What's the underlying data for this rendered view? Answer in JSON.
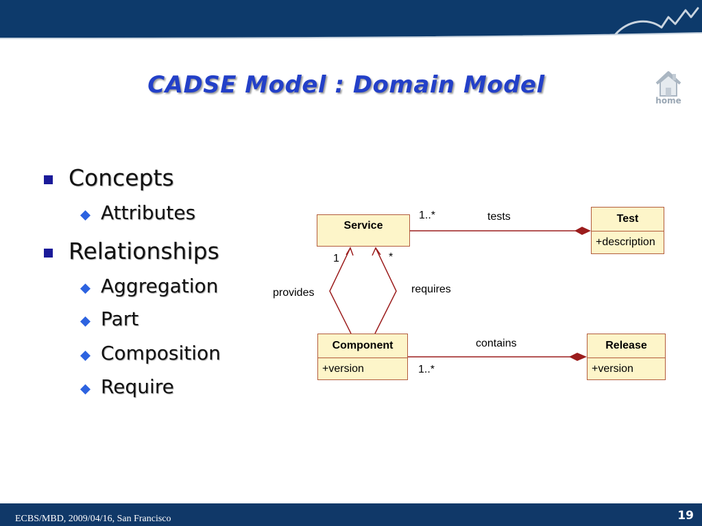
{
  "slide": {
    "title": "CADSE Model : Domain Model",
    "home_label": "home",
    "footer": "ECBS/MBD, 2009/04/16, San Francisco",
    "page_number": "19"
  },
  "bullets": [
    {
      "level": 1,
      "text": "Concepts"
    },
    {
      "level": 2,
      "text": "Attributes"
    },
    {
      "level": 1,
      "text": "Relationships"
    },
    {
      "level": 2,
      "text": "Aggregation"
    },
    {
      "level": 2,
      "text": "Part"
    },
    {
      "level": 2,
      "text": "Composition"
    },
    {
      "level": 2,
      "text": "Require"
    }
  ],
  "diagram": {
    "classes": {
      "service": {
        "name": "Service"
      },
      "test": {
        "name": "Test",
        "attribute": "+description"
      },
      "component": {
        "name": "Component",
        "attribute": "+version"
      },
      "release": {
        "name": "Release",
        "attribute": "+version"
      }
    },
    "associations": {
      "tests": {
        "label": "tests",
        "multiplicity": "1..*"
      },
      "contains": {
        "label": "contains",
        "multiplicity": "1..*"
      },
      "provides": {
        "label": "provides",
        "multiplicity": "1"
      },
      "requires": {
        "label": "requires",
        "multiplicity": "*"
      }
    }
  },
  "colors": {
    "header_band": "#0d3a6b",
    "title": "#2340c8",
    "bullet_square": "#1a1a99",
    "bullet_diamond": "#2d63e0",
    "uml_fill": "#fdf5c9",
    "uml_line": "#9b1c1c",
    "footer": "#103868"
  }
}
